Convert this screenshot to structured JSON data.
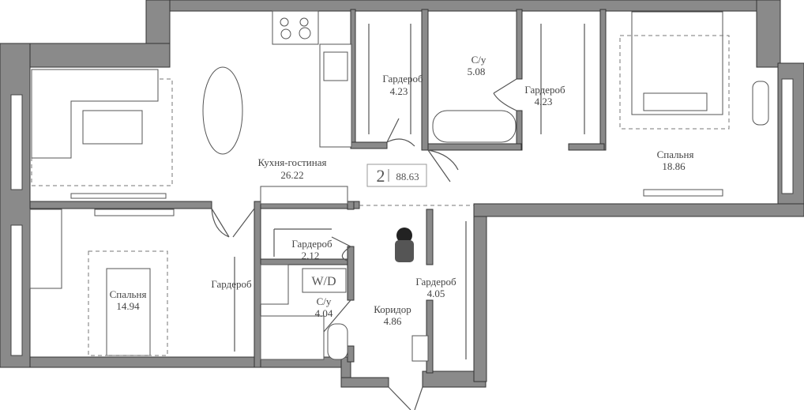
{
  "plan": {
    "apartment": {
      "rooms_count": "2",
      "area": "88.63"
    },
    "rooms": [
      {
        "id": "kitchen",
        "name": "Кухня-гостиная",
        "area": "26.22"
      },
      {
        "id": "wardrobe-top-left",
        "name": "Гардероб",
        "area": "4.23"
      },
      {
        "id": "bath-top",
        "name": "С/у",
        "area": "5.08"
      },
      {
        "id": "wardrobe-top-right",
        "name": "Гардероб",
        "area": "4.23"
      },
      {
        "id": "bedroom-main",
        "name": "Спальня",
        "area": "18.86"
      },
      {
        "id": "wardrobe-small",
        "name": "Гардероб",
        "area": "2.12"
      },
      {
        "id": "bedroom-second",
        "name": "Спальня",
        "area": "14.94"
      },
      {
        "id": "wardrobe-bedroom",
        "name": "Гардероб",
        "area": ""
      },
      {
        "id": "bath-bottom",
        "name": "С/у",
        "area": "4.04"
      },
      {
        "id": "corridor",
        "name": "Коридор",
        "area": "4.86"
      },
      {
        "id": "wardrobe-corridor",
        "name": "Гардероб",
        "area": "4.05"
      }
    ],
    "washer_label": "W/D",
    "colors": {
      "wall": "#8a8a8a",
      "line": "#555555",
      "text": "#444444"
    }
  }
}
